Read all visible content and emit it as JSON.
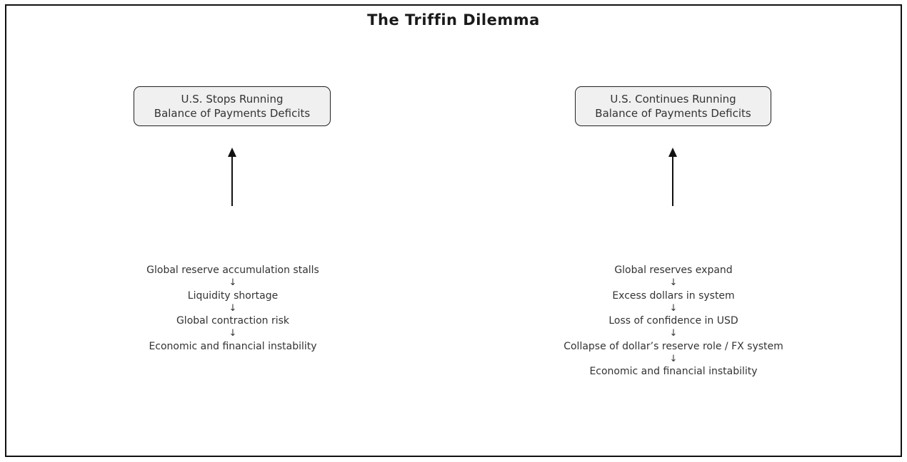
{
  "title": "The Triffin Dilemma",
  "glyphs": {
    "down_arrow": "↓",
    "up_arrow_icon": "upward arrow connector"
  },
  "colors": {
    "frame_border": "#111111",
    "box_fill": "#f0f0f0",
    "box_border": "#222222",
    "text": "#333333"
  },
  "left_branch": {
    "box": {
      "line1": "U.S. Stops Running",
      "line2": "Balance of Payments Deficits"
    },
    "steps": [
      "Global reserve accumulation stalls",
      "Liquidity shortage",
      "Global contraction risk",
      "Economic and financial instability"
    ]
  },
  "right_branch": {
    "box": {
      "line1": "U.S. Continues Running",
      "line2": "Balance of Payments Deficits"
    },
    "steps": [
      "Global reserves expand",
      "Excess dollars in system",
      "Loss of confidence in USD",
      "Collapse of dollar’s reserve role / FX system",
      "Economic and financial instability"
    ]
  }
}
